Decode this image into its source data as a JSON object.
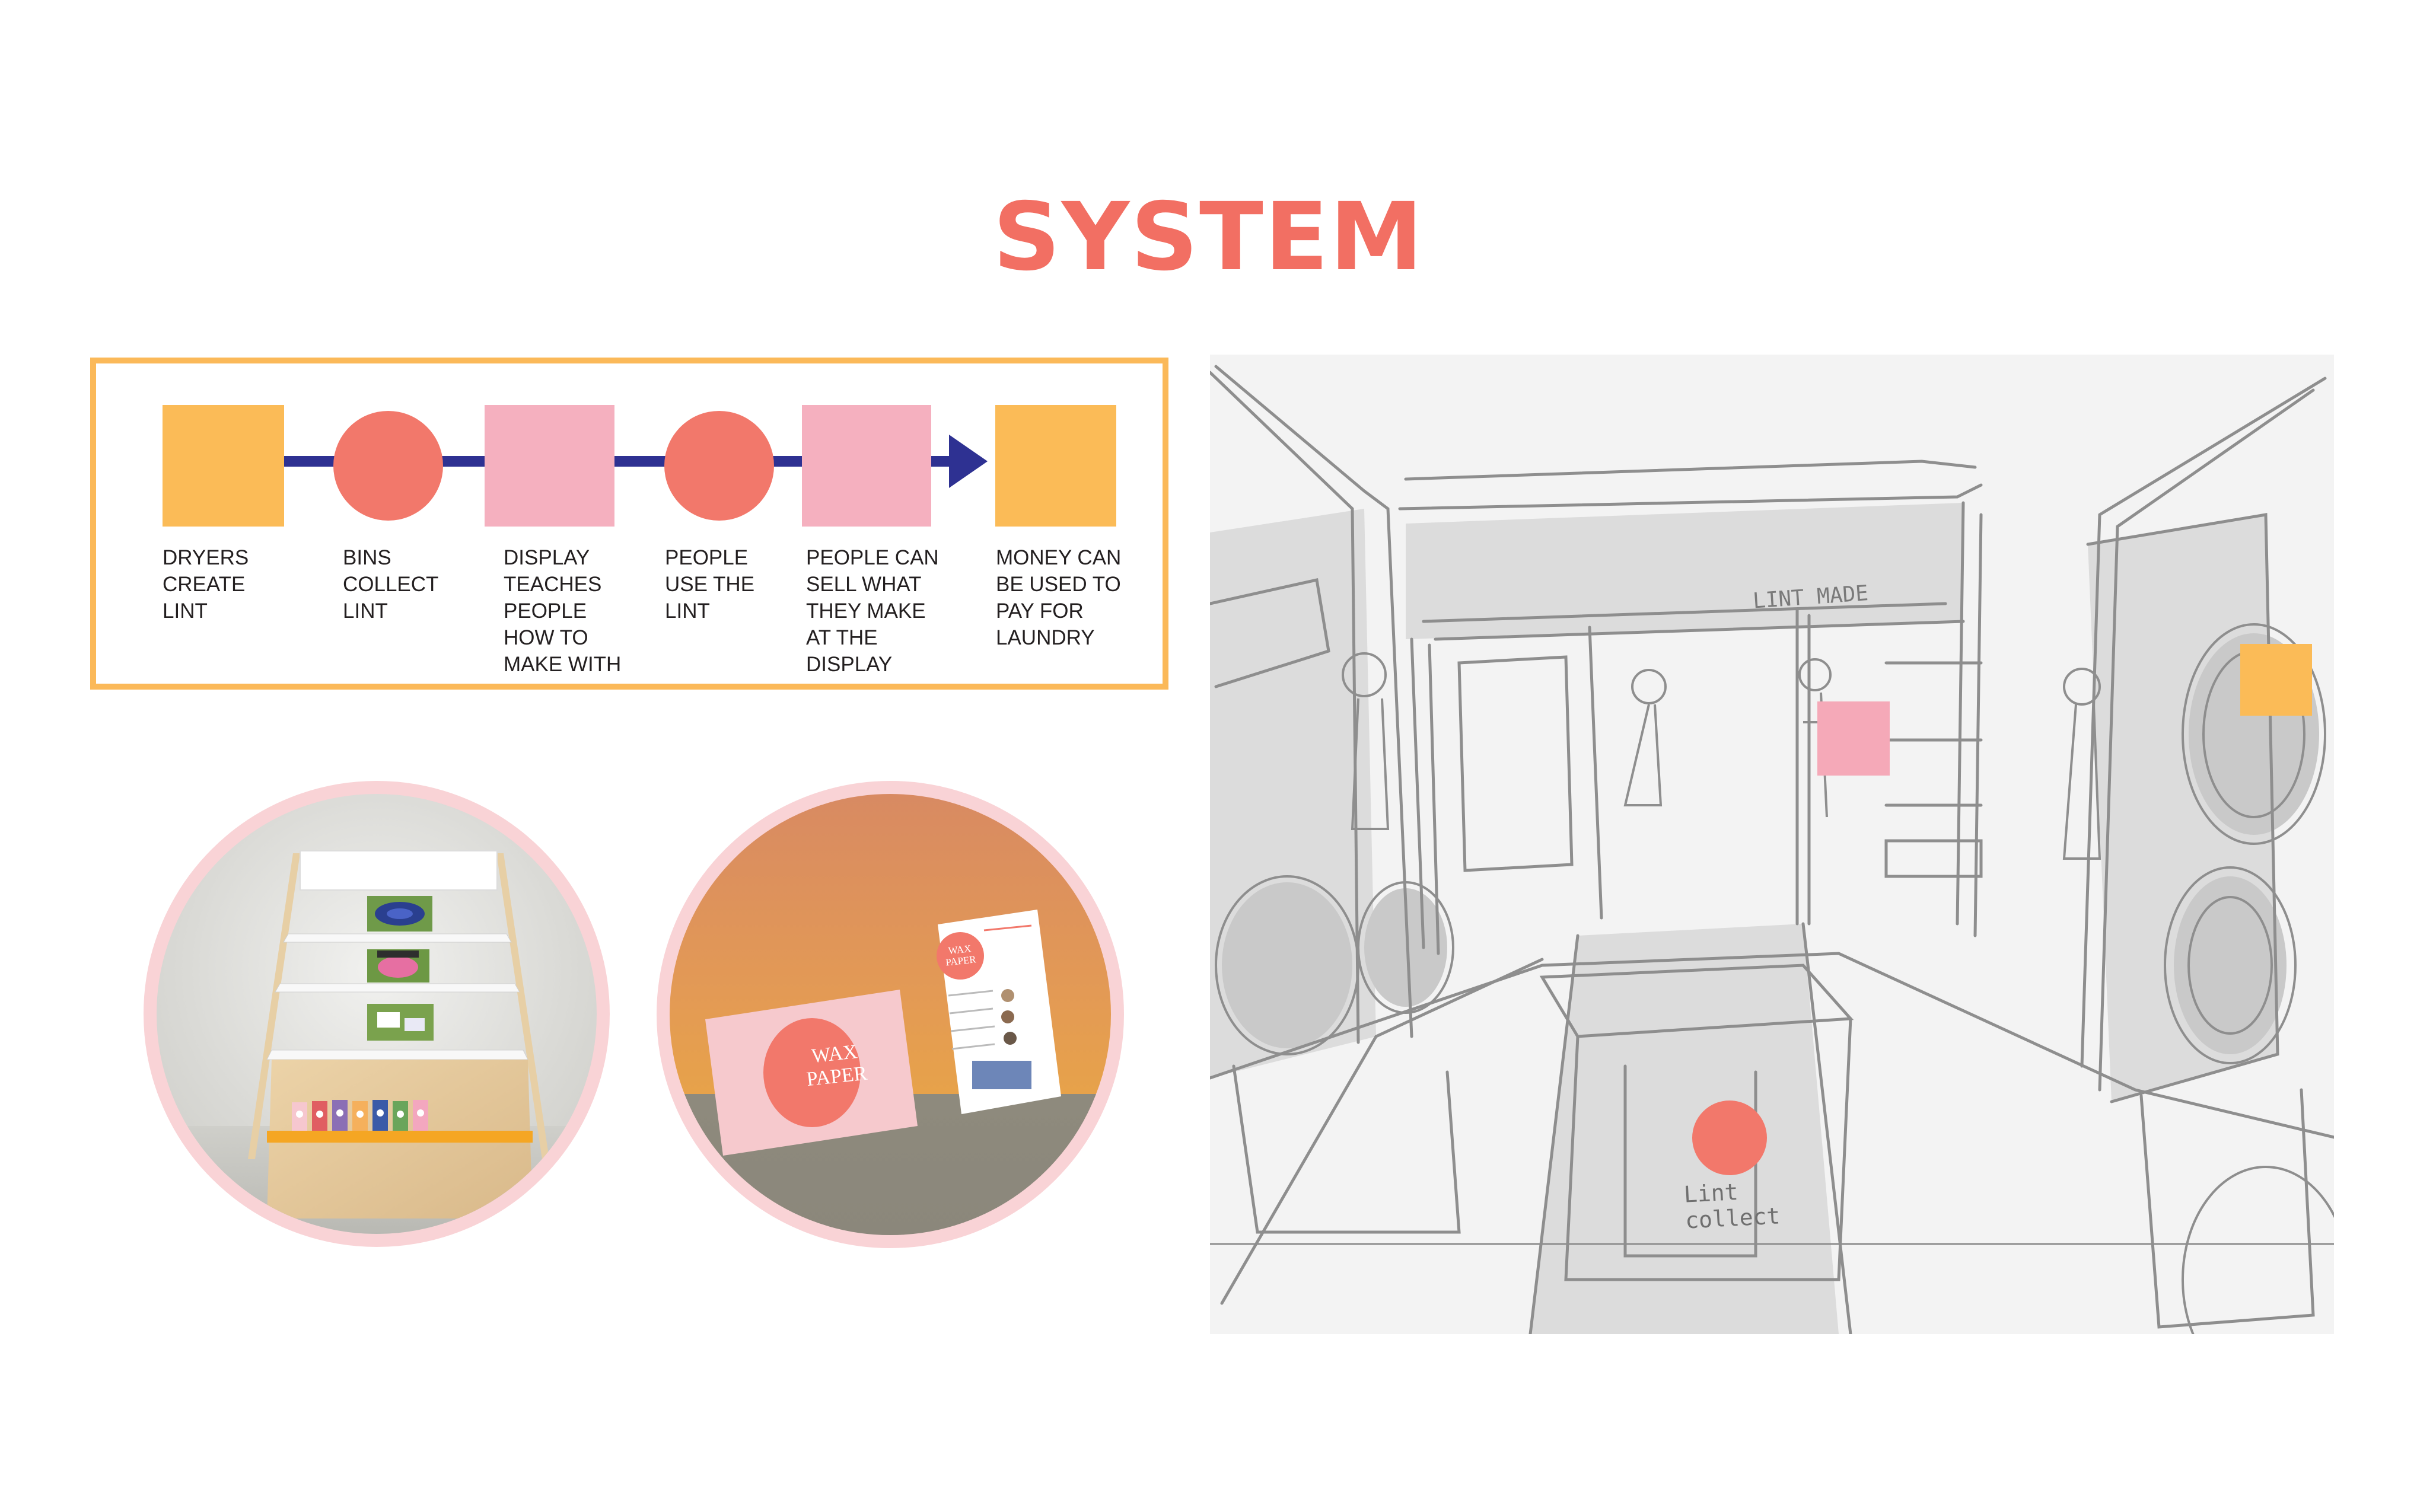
{
  "title": "SYSTEM",
  "colors": {
    "accent": "#f26f63",
    "orange": "#fbbb57",
    "pink": "#f5b0bf",
    "coral": "#f2786b",
    "navy": "#2e3192",
    "frame": "#fbb959",
    "ring": "#f9d3d6"
  },
  "flow": {
    "steps": [
      {
        "shape": "square-orange",
        "label": "DRYERS\nCREATE\nLINT"
      },
      {
        "shape": "circle",
        "label": "BINS\nCOLLECT\nLINT"
      },
      {
        "shape": "square-pink",
        "label": "DISPLAY\nTEACHES\nPEOPLE\nHOW TO\nMAKE WITH"
      },
      {
        "shape": "circle",
        "label": "PEOPLE\nUSE THE\nLINT"
      },
      {
        "shape": "square-pink",
        "label": "PEOPLE CAN\nSELL WHAT\nTHEY MAKE\nAT THE\nDISPLAY"
      },
      {
        "shape": "square-orange",
        "label": "MONEY CAN\nBE USED TO\nPAY FOR\nLAUNDRY"
      }
    ]
  },
  "shelf_photo": {
    "icon": "display-shelf-render"
  },
  "card_photo": {
    "card_text": "WAX\nPAPER",
    "flyer_text": "WAX\nPAPER"
  },
  "sketch": {
    "sign_text": "LINT MADE",
    "bin_text": "Lint\ncollect"
  }
}
